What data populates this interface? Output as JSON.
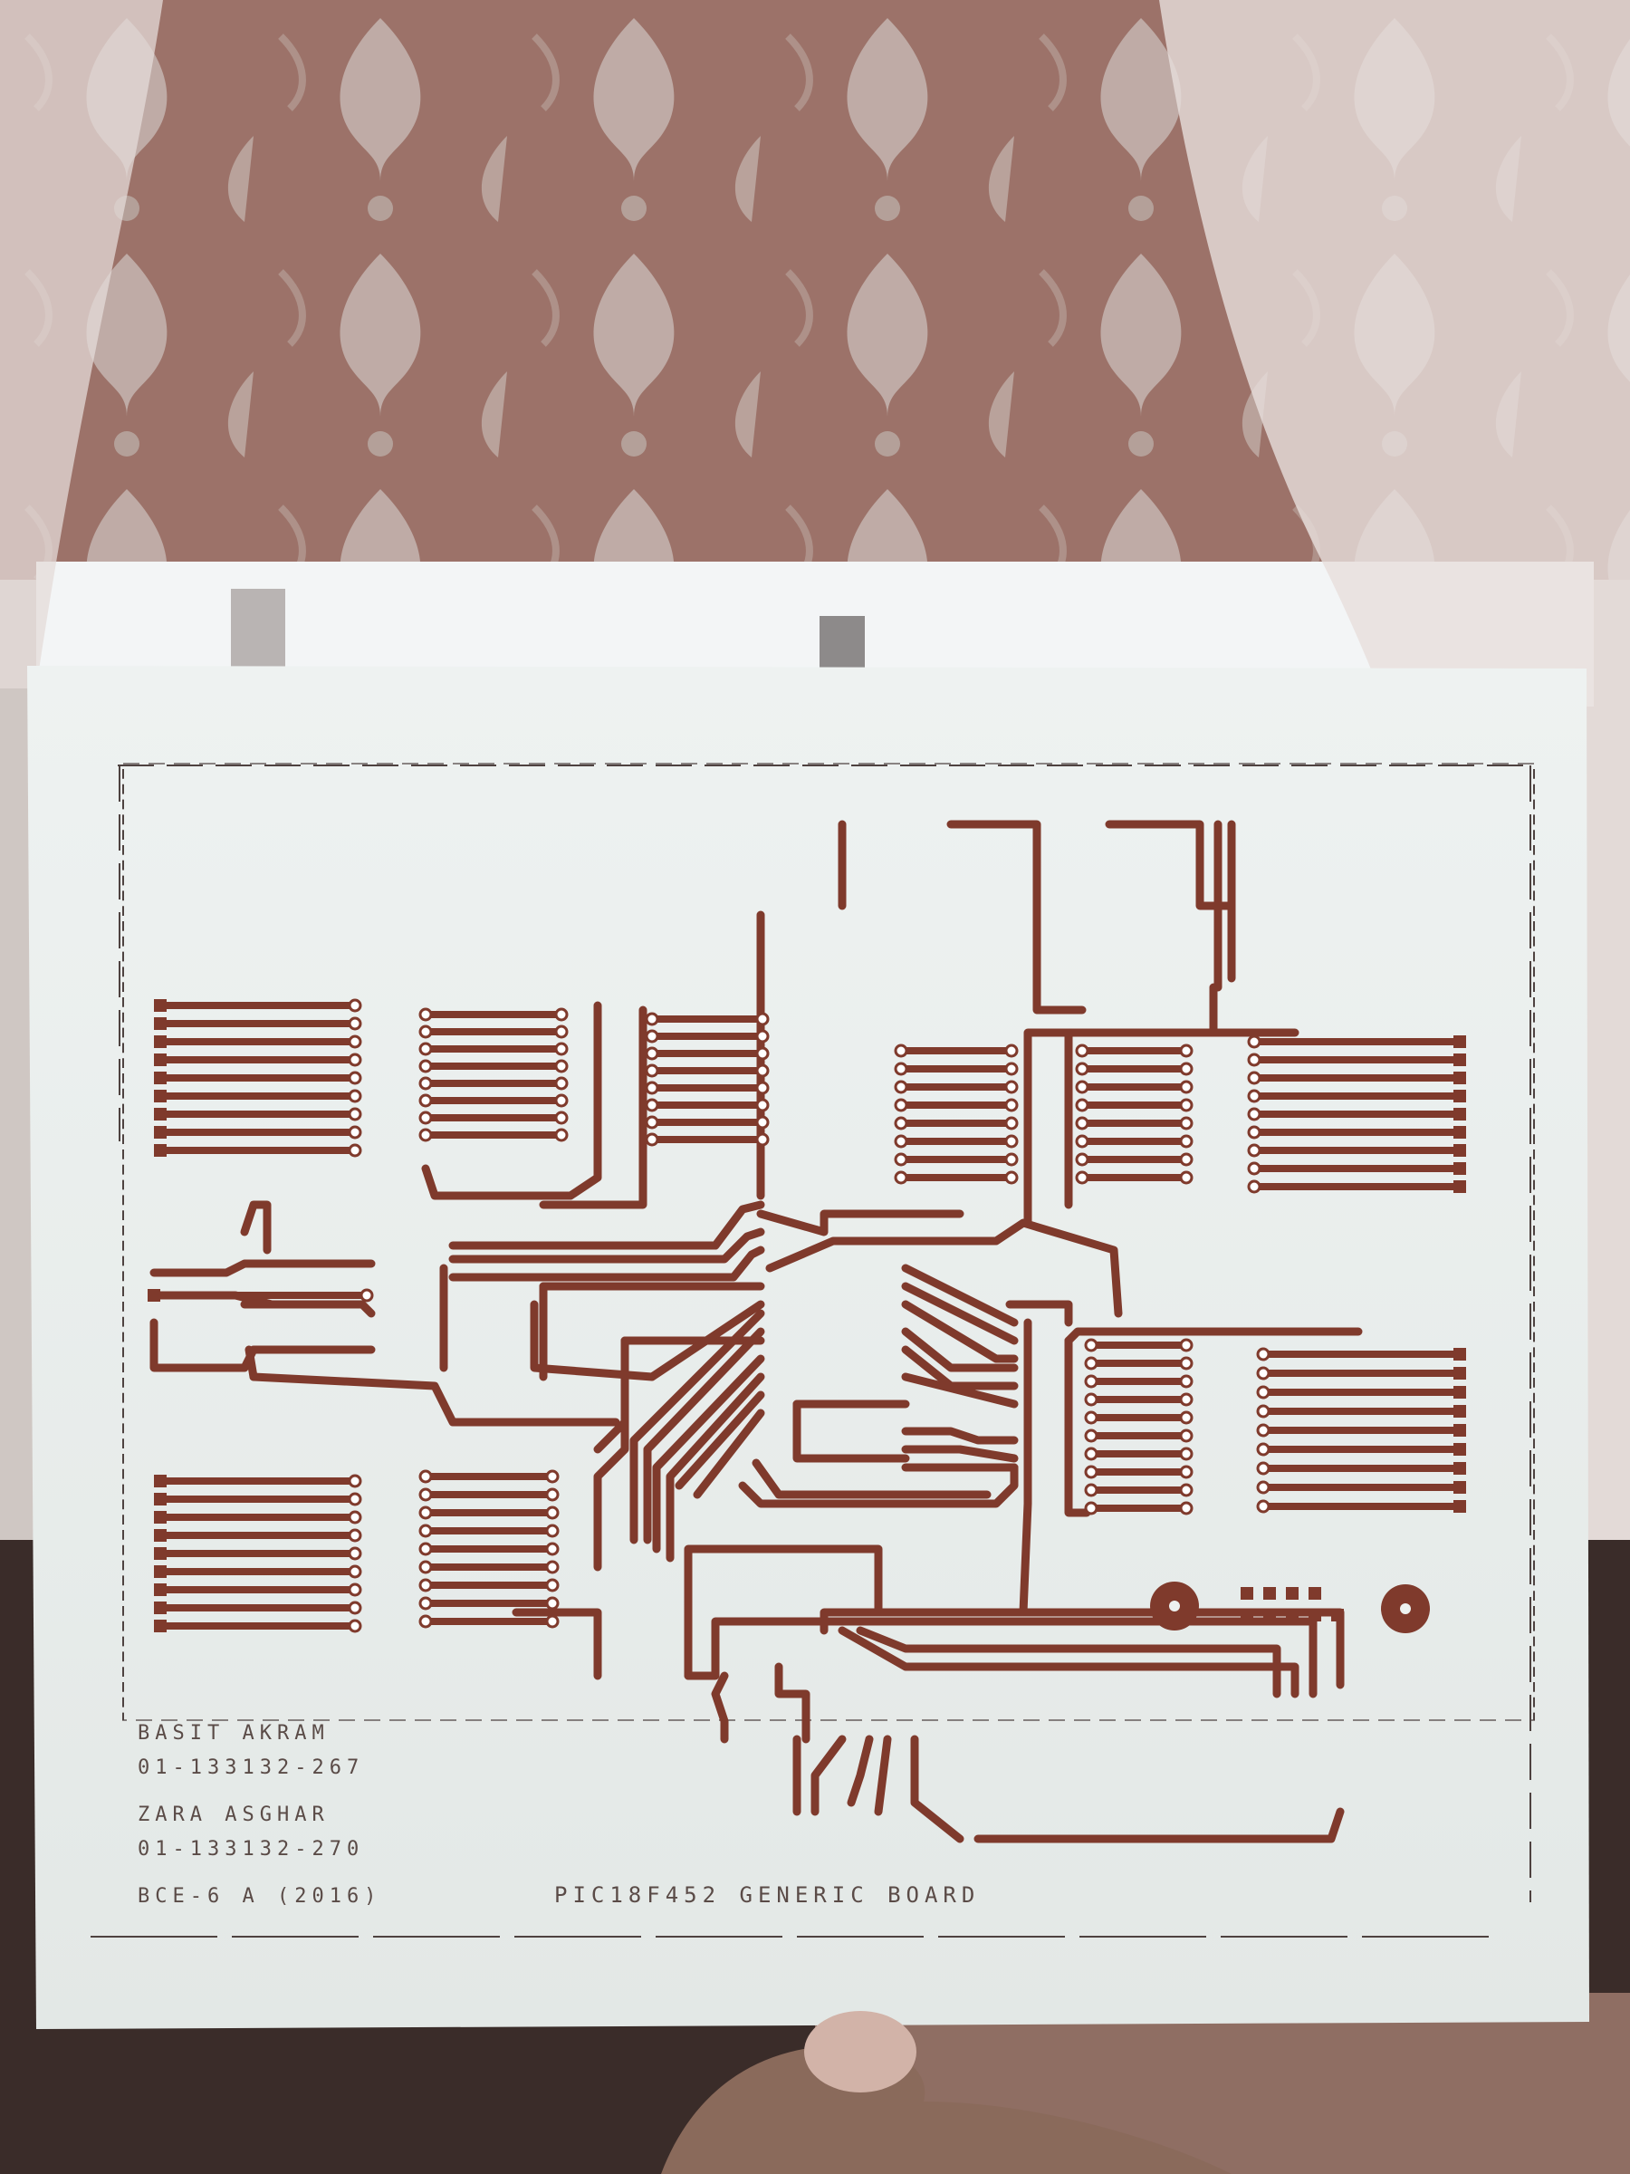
{
  "photo": {
    "subject": "PCB transparency print held in front of curtained window",
    "colors": {
      "curtain_dark": "#9c6e66",
      "curtain_light": "#ddd3cf",
      "window_light": "#f4f6f7",
      "sheet": "#edf1f0",
      "copper": "#7f3a2c",
      "ink": "#4e4240",
      "hand": "#8a6a5b"
    }
  },
  "board": {
    "authors": [
      {
        "name": "BASIT AKRAM",
        "id": "01-133132-267"
      },
      {
        "name": "ZARA ASGHAR",
        "id": "01-133132-270"
      }
    ],
    "course": "BCE-6 A (2016)",
    "title": "PIC18F452 GENERIC BOARD"
  }
}
